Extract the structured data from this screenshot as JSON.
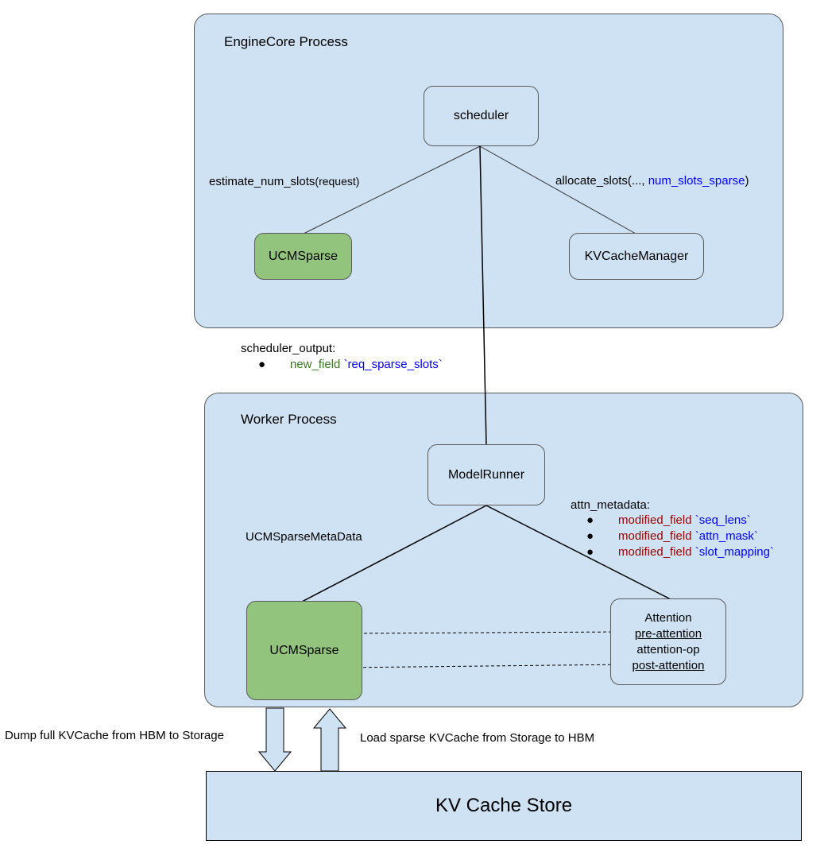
{
  "engine_core": {
    "title": "EngineCore Process",
    "scheduler": "scheduler",
    "ucm_sparse": "UCMSparse",
    "kv_cache_manager": "KVCacheManager",
    "estimate_label": {
      "fn": "estimate_num_slots",
      "arg": "(request)"
    },
    "allocate_label": {
      "prefix": "allocate_slots(..., ",
      "param": "num_slots_sparse",
      "suffix": ")"
    }
  },
  "scheduler_output": {
    "title": "scheduler_output:",
    "items": [
      {
        "bullet": "●",
        "kind": "new_field",
        "name": "`req_sparse_slots`"
      }
    ]
  },
  "worker": {
    "title": "Worker Process",
    "model_runner": "ModelRunner",
    "metadata_label": "UCMSparseMetaData",
    "ucm_sparse": "UCMSparse",
    "attention": {
      "title": "Attention",
      "pre": "pre-attention",
      "op": "attention-op",
      "post": "post-attention"
    },
    "attn_metadata": {
      "title": "attn_metadata:",
      "items": [
        {
          "bullet": "●",
          "kind": "modified_field",
          "name": "`seq_lens`"
        },
        {
          "bullet": "●",
          "kind": "modified_field",
          "name": "`attn_mask`"
        },
        {
          "bullet": "●",
          "kind": "modified_field",
          "name": "`slot_mapping`"
        }
      ]
    }
  },
  "storage": {
    "dump_label": "Dump full KVCache from HBM to Storage",
    "load_label": "Load sparse KVCache from Storage to HBM",
    "store": "KV Cache Store"
  },
  "colors": {
    "panel": "#cfe2f3",
    "green_node": "#93c47d",
    "new_field": "#38761d",
    "modified_field": "#990000",
    "field_name": "#0000ff"
  }
}
